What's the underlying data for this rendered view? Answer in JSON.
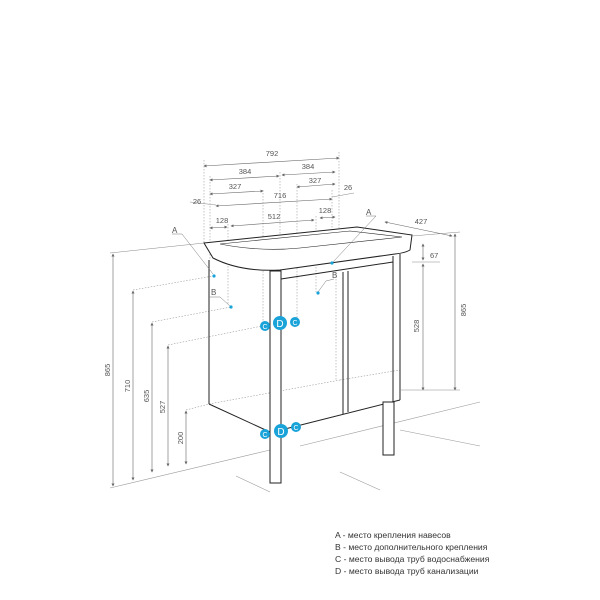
{
  "dimensions": {
    "top": {
      "overall": "792",
      "half_left": "384",
      "half_right": "384",
      "tap_left": "327",
      "tap_right": "327",
      "inner": "716",
      "offset_left": "26",
      "offset_right": "26",
      "mount_left": "128",
      "mount_mid": "512",
      "mount_right": "128"
    },
    "right": {
      "depth": "427",
      "basin_height": "67",
      "cabinet_height": "528",
      "total_height": "865"
    },
    "left": {
      "total_height": "865",
      "mount_a_height": "710",
      "mount_b_height": "635",
      "water_height": "527",
      "drain_height": "200"
    }
  },
  "markers": {
    "a": "A",
    "b": "B",
    "c": "C",
    "d": "D"
  },
  "legend": [
    "A - место крепления навесов",
    "B - место дополнительного крепления",
    "C - место вывода труб водоснабжения",
    "D - место вывода труб канализации"
  ],
  "colors": {
    "marker": "#1aa3d9",
    "line": "#333333",
    "dim": "#666666"
  }
}
